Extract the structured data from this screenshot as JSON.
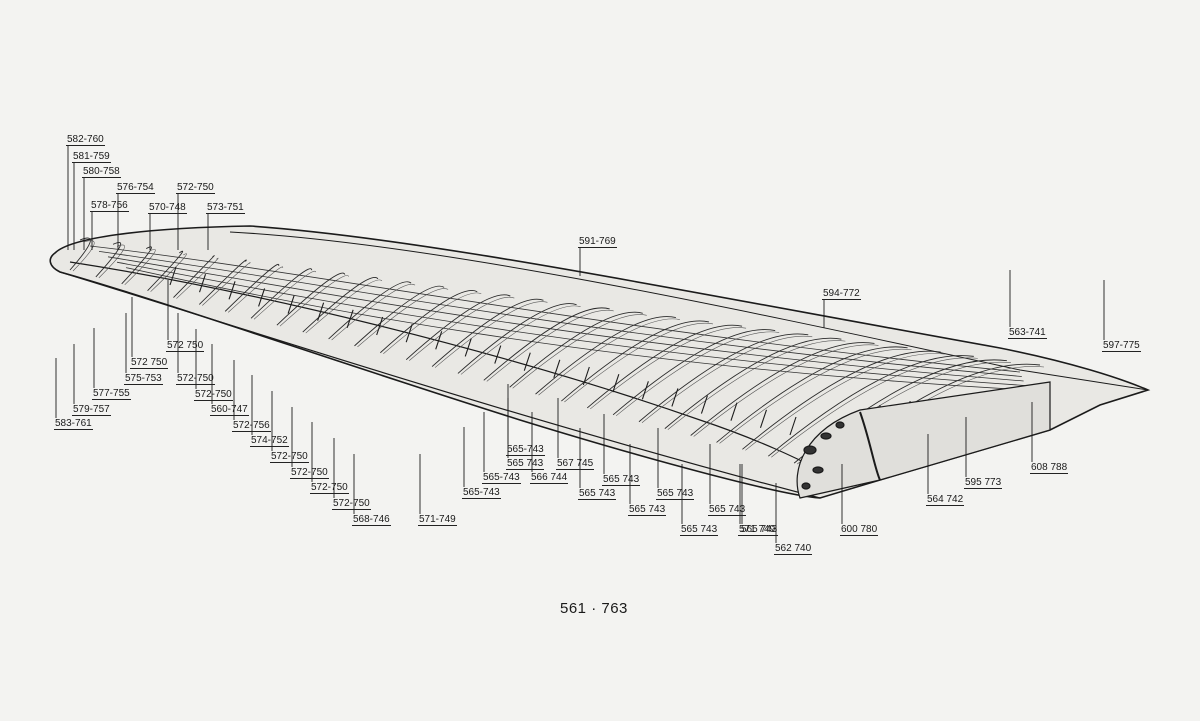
{
  "figure": {
    "caption": "561 · 763",
    "callouts": [
      "582-760",
      "581-759",
      "580-758",
      "576-754",
      "572-750",
      "578-756",
      "570-748",
      "573-751",
      "591-769",
      "594-772",
      "563-741",
      "597-775",
      "572 750",
      "572 750",
      "575-753",
      "572-750",
      "577-755",
      "572-750",
      "560-747",
      "579-757",
      "583-761",
      "572-756",
      "574-752",
      "572-750",
      "572-750",
      "572-750",
      "572-750",
      "568-746",
      "571-749",
      "565-743",
      "565 743",
      "565-743",
      "565-743",
      "567 745",
      "566 744",
      "565 743",
      "565 743",
      "565 743",
      "565 743",
      "565 743",
      "565 743",
      "565 743",
      "571 749",
      "562 740",
      "600 780",
      "564 742",
      "595 773",
      "608 788"
    ]
  }
}
